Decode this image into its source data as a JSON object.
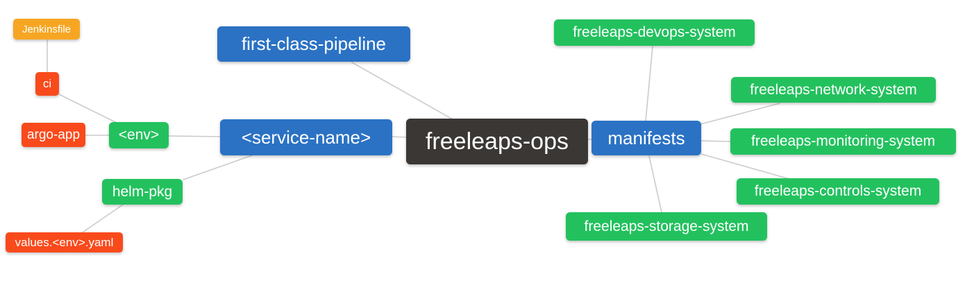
{
  "diagram": {
    "kind": "mindmap",
    "root_label": "freeleaps-ops",
    "background": "#ffffff"
  },
  "palette": {
    "blue": "#2b72c4",
    "green": "#23c15e",
    "red": "#f94a1c",
    "amber": "#f6a623",
    "dark": "#3b3735",
    "edge": "#cbcbcb",
    "node_text": "#ffffff"
  },
  "nodes": {
    "root": {
      "label": "freeleaps-ops",
      "color": "#3b3735"
    },
    "first_class_pipeline": {
      "label": "first-class-pipeline",
      "color": "#2b72c4"
    },
    "service_name": {
      "label": "<service-name>",
      "color": "#2b72c4"
    },
    "manifests": {
      "label": "manifests",
      "color": "#2b72c4"
    },
    "env": {
      "label": "<env>",
      "color": "#23c15e"
    },
    "helm_pkg": {
      "label": "helm-pkg",
      "color": "#23c15e"
    },
    "ci": {
      "label": "ci",
      "color": "#f94a1c"
    },
    "argo_app": {
      "label": "argo-app",
      "color": "#f94a1c"
    },
    "values_env_yaml": {
      "label": "values.<env>.yaml",
      "color": "#f94a1c"
    },
    "jenkinsfile": {
      "label": "Jenkinsfile",
      "color": "#f6a623"
    },
    "devops_system": {
      "label": "freeleaps-devops-system",
      "color": "#23c15e"
    },
    "network_system": {
      "label": "freeleaps-network-system",
      "color": "#23c15e"
    },
    "monitoring_system": {
      "label": "freeleaps-monitoring-system",
      "color": "#23c15e"
    },
    "controls_system": {
      "label": "freeleaps-controls-system",
      "color": "#23c15e"
    },
    "storage_system": {
      "label": "freeleaps-storage-system",
      "color": "#23c15e"
    }
  },
  "edges": [
    {
      "from": "jenkinsfile",
      "to": "ci"
    },
    {
      "from": "ci",
      "to": "env"
    },
    {
      "from": "argo_app",
      "to": "env"
    },
    {
      "from": "env",
      "to": "service_name"
    },
    {
      "from": "helm_pkg",
      "to": "service_name"
    },
    {
      "from": "values_env_yaml",
      "to": "helm_pkg"
    },
    {
      "from": "first_class_pipeline",
      "to": "root"
    },
    {
      "from": "service_name",
      "to": "root"
    },
    {
      "from": "root",
      "to": "manifests"
    },
    {
      "from": "manifests",
      "to": "devops_system"
    },
    {
      "from": "manifests",
      "to": "network_system"
    },
    {
      "from": "manifests",
      "to": "monitoring_system"
    },
    {
      "from": "manifests",
      "to": "controls_system"
    },
    {
      "from": "manifests",
      "to": "storage_system"
    }
  ]
}
